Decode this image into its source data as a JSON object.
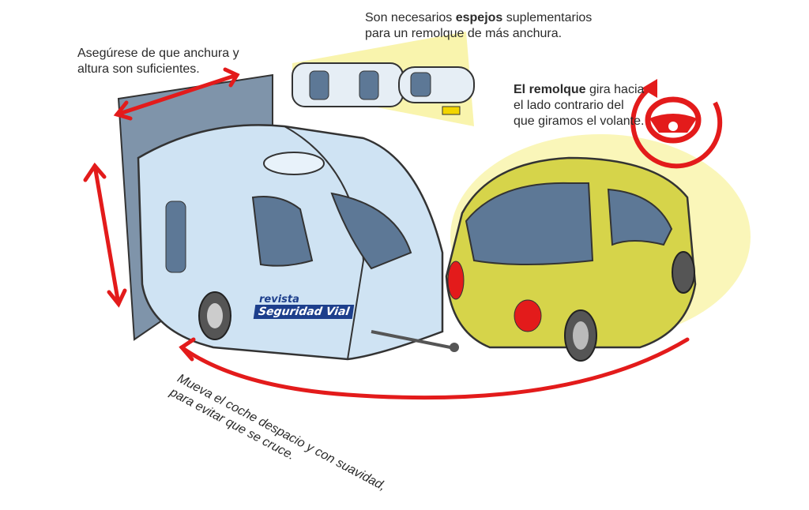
{
  "notes": {
    "width_height": "Asegúrese de que anchura y altura son suficientes.",
    "mirrors_pre": "Son necesarios ",
    "mirrors_bold": "espejos",
    "mirrors_post": " suplementarios para un remolque de más anchura.",
    "turn_bold": "El remolque",
    "turn_post": " gira hacia el lado contrario del que giramos el volante.",
    "move": "Mueva el coche despacio y con suavidad, para evitar que se cruce."
  },
  "logo": {
    "small": "revista",
    "big": "Seguridad Vial"
  },
  "colors": {
    "arrow_red": "#e31b1b",
    "car_yellow": "#d6d44a",
    "caravan_blue": "#cfe3f3",
    "wall_blue": "#7f94aa",
    "glass": "#5d7896",
    "highlight_yellow": "#f7f08a"
  },
  "icons": [
    "steering-wheel-icon",
    "rotation-arrow-icon"
  ]
}
